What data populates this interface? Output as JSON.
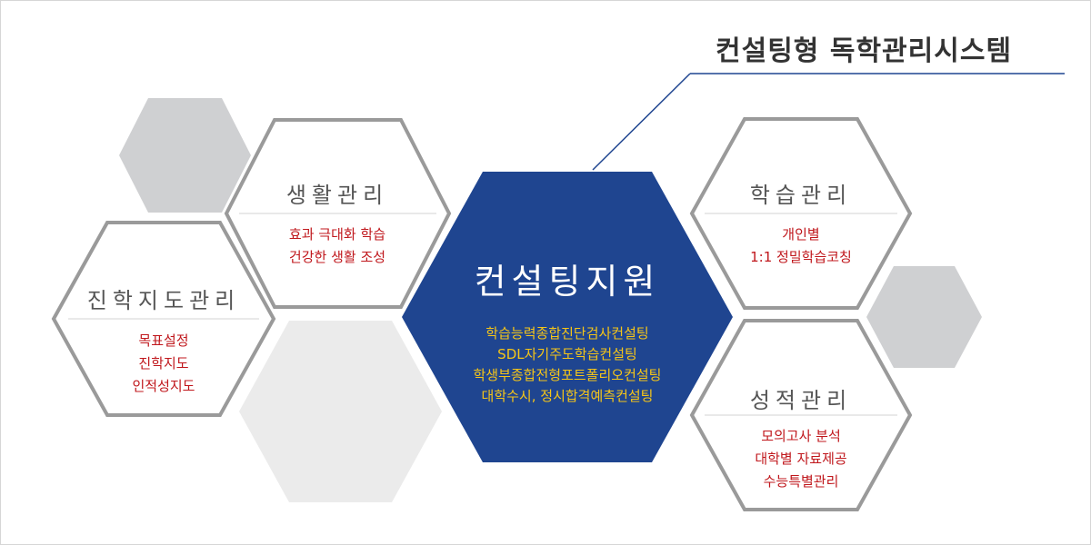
{
  "title": "컨설팅형 독학관리시스템",
  "center": {
    "title": "컨설팅지원",
    "items": [
      "학습능력종합진단검사컨설팅",
      "SDL자기주도학습컨설팅",
      "학생부종합전형포트폴리오컨설팅",
      "대학수시, 정시합격예측컨설팅"
    ]
  },
  "life": {
    "title": "생활관리",
    "items": [
      "효과 극대화 학습",
      "건강한 생활 조성"
    ]
  },
  "career": {
    "title": "진학지도관리",
    "items": [
      "목표설정",
      "진학지도",
      "인적성지도"
    ]
  },
  "study": {
    "title": "학습관리",
    "items": [
      "개인별",
      "1:1 정밀학습코칭"
    ]
  },
  "grade": {
    "title": "성적관리",
    "items": [
      "모의고사 분석",
      "대학별 자료제공",
      "수능특별관리"
    ]
  },
  "colors": {
    "navy": "#1f4590",
    "outline": "#9a9a9a",
    "grey_fill": "#cfd0d2",
    "light_fill": "#ebebeb",
    "red": "#c0171c",
    "yellow": "#f5c518"
  }
}
